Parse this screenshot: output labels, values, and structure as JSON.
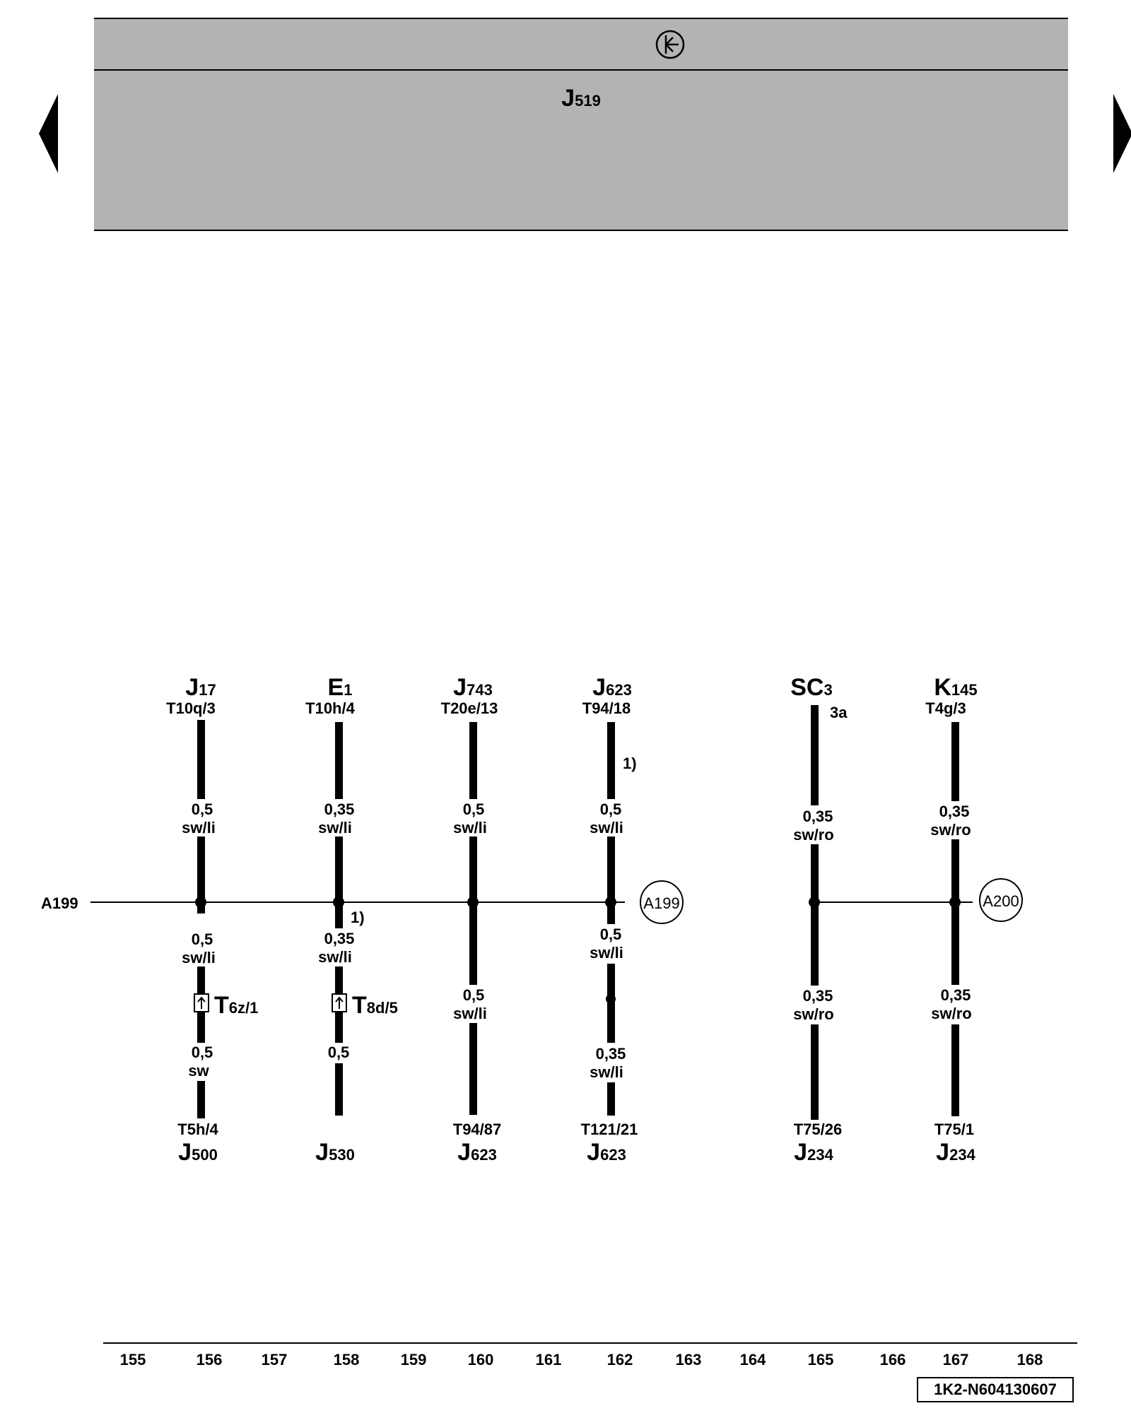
{
  "header": {
    "component_letter": "J",
    "component_number": "519"
  },
  "wires": [
    {
      "top_letter": "J",
      "top_number": "17",
      "top_pin": "T10q/3",
      "upper_size": "0,5",
      "upper_color": "sw/li",
      "lower_size": "0,5",
      "lower_color": "sw/li",
      "connector_letter": "T",
      "connector_number": "6z/1",
      "bottom_size": "0,5",
      "bottom_color": "sw",
      "bottom_pin": "T5h/4",
      "bottom_letter": "J",
      "bottom_number": "500"
    },
    {
      "top_letter": "E",
      "top_number": "1",
      "top_pin": "T10h/4",
      "upper_size": "0,35",
      "upper_color": "sw/li",
      "lower_size": "0,35",
      "lower_color": "sw/li",
      "note": "1)",
      "connector_letter": "T",
      "connector_number": "8d/5",
      "bottom_size": "0,5",
      "bottom_letter": "J",
      "bottom_number": "530"
    },
    {
      "top_letter": "J",
      "top_number": "743",
      "top_pin": "T20e/13",
      "upper_size": "0,5",
      "upper_color": "sw/li",
      "lower_size": "0,5",
      "lower_color": "sw/li",
      "bottom_pin": "T94/87",
      "bottom_letter": "J",
      "bottom_number": "623"
    },
    {
      "top_letter": "J",
      "top_number": "623",
      "top_pin": "T94/18",
      "top_note": "1)",
      "upper_size": "0,5",
      "upper_color": "sw/li",
      "lower_size": "0,5",
      "lower_color": "sw/li",
      "bottom_size": "0,35",
      "bottom_color": "sw/li",
      "bottom_pin": "T121/21",
      "bottom_letter": "J",
      "bottom_number": "623"
    },
    {
      "top_letter": "SC",
      "top_number": "3",
      "top_pin": "3a",
      "upper_size": "0,35",
      "upper_color": "sw/ro",
      "lower_size": "0,35",
      "lower_color": "sw/ro",
      "bottom_pin": "T75/26",
      "bottom_letter": "J",
      "bottom_number": "234"
    },
    {
      "top_letter": "K",
      "top_number": "145",
      "top_pin": "T4g/3",
      "upper_size": "0,35",
      "upper_color": "sw/ro",
      "lower_size": "0,35",
      "lower_color": "sw/ro",
      "bottom_pin": "T75/1",
      "bottom_letter": "J",
      "bottom_number": "234"
    }
  ],
  "bus_left_label": "A199",
  "bus_a199_circle": "A199",
  "bus_a200_circle": "A200",
  "axis_numbers": [
    "155",
    "156",
    "157",
    "158",
    "159",
    "160",
    "161",
    "162",
    "163",
    "164",
    "165",
    "166",
    "167",
    "168"
  ],
  "doc_id": "1K2-N604130607"
}
